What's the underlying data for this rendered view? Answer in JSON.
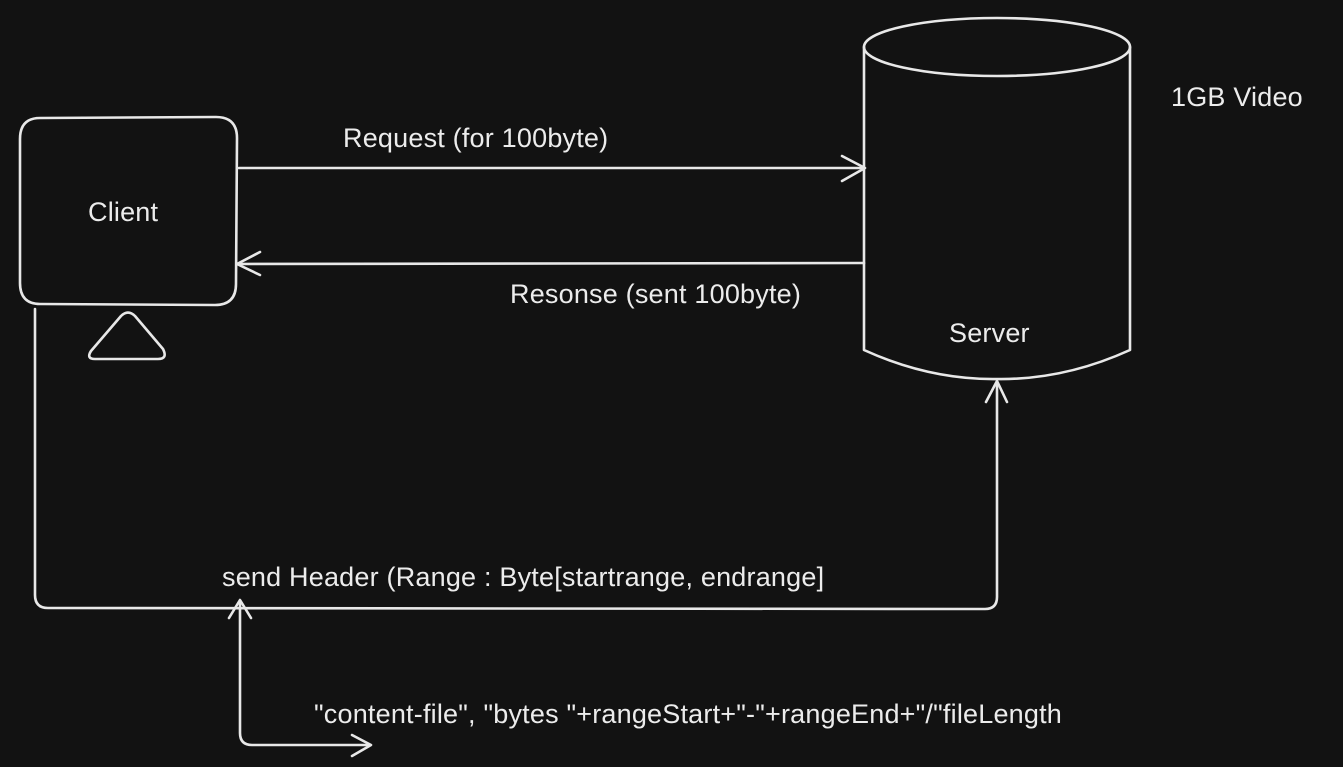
{
  "nodes": {
    "client": {
      "label": "Client"
    },
    "server": {
      "label": "Server"
    },
    "video": {
      "label": "1GB Video"
    }
  },
  "edges": {
    "request": {
      "label": "Request (for 100byte)"
    },
    "response": {
      "label": "Resonse (sent 100byte)"
    },
    "header": {
      "label": "send Header (Range : Byte[startrange, endrange]"
    },
    "content": {
      "label": "\"content-file\", \"bytes \"+rangeStart+\"-\"+rangeEnd+\"/\"fileLength"
    }
  },
  "colors": {
    "background": "#121212",
    "stroke": "#e8e8e8",
    "text": "#ececec"
  }
}
